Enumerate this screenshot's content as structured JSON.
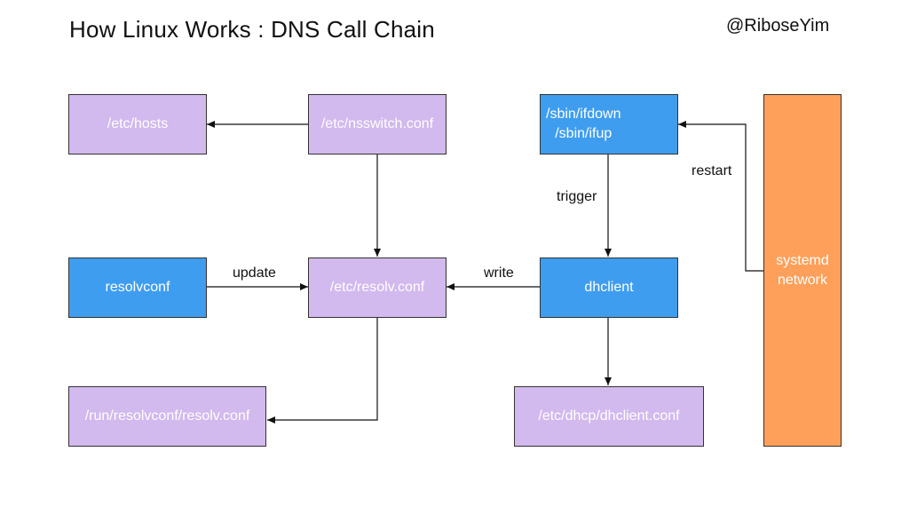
{
  "title": "How Linux Works : DNS Call Chain",
  "author": "@RiboseYim",
  "nodes": {
    "etc_hosts": "/etc/hosts",
    "nsswitch": "/etc/nsswitch.conf",
    "sbin_lines": [
      "/sbin/ifdown",
      "/sbin/ifup"
    ],
    "systemd_lines": [
      "systemd",
      "network"
    ],
    "resolvconf": "resolvconf",
    "resolv_conf": "/etc/resolv.conf",
    "dhclient": "dhclient",
    "run_resolv": "/run/resolvconf/resolv.conf",
    "dhclient_conf": "/etc/dhcp/dhclient.conf"
  },
  "edge_labels": {
    "update": "update",
    "write": "write",
    "trigger": "trigger",
    "restart": "restart"
  },
  "colors": {
    "purple": "#d2b9ee",
    "blue": "#3f9df0",
    "orange": "#ffa05a"
  }
}
